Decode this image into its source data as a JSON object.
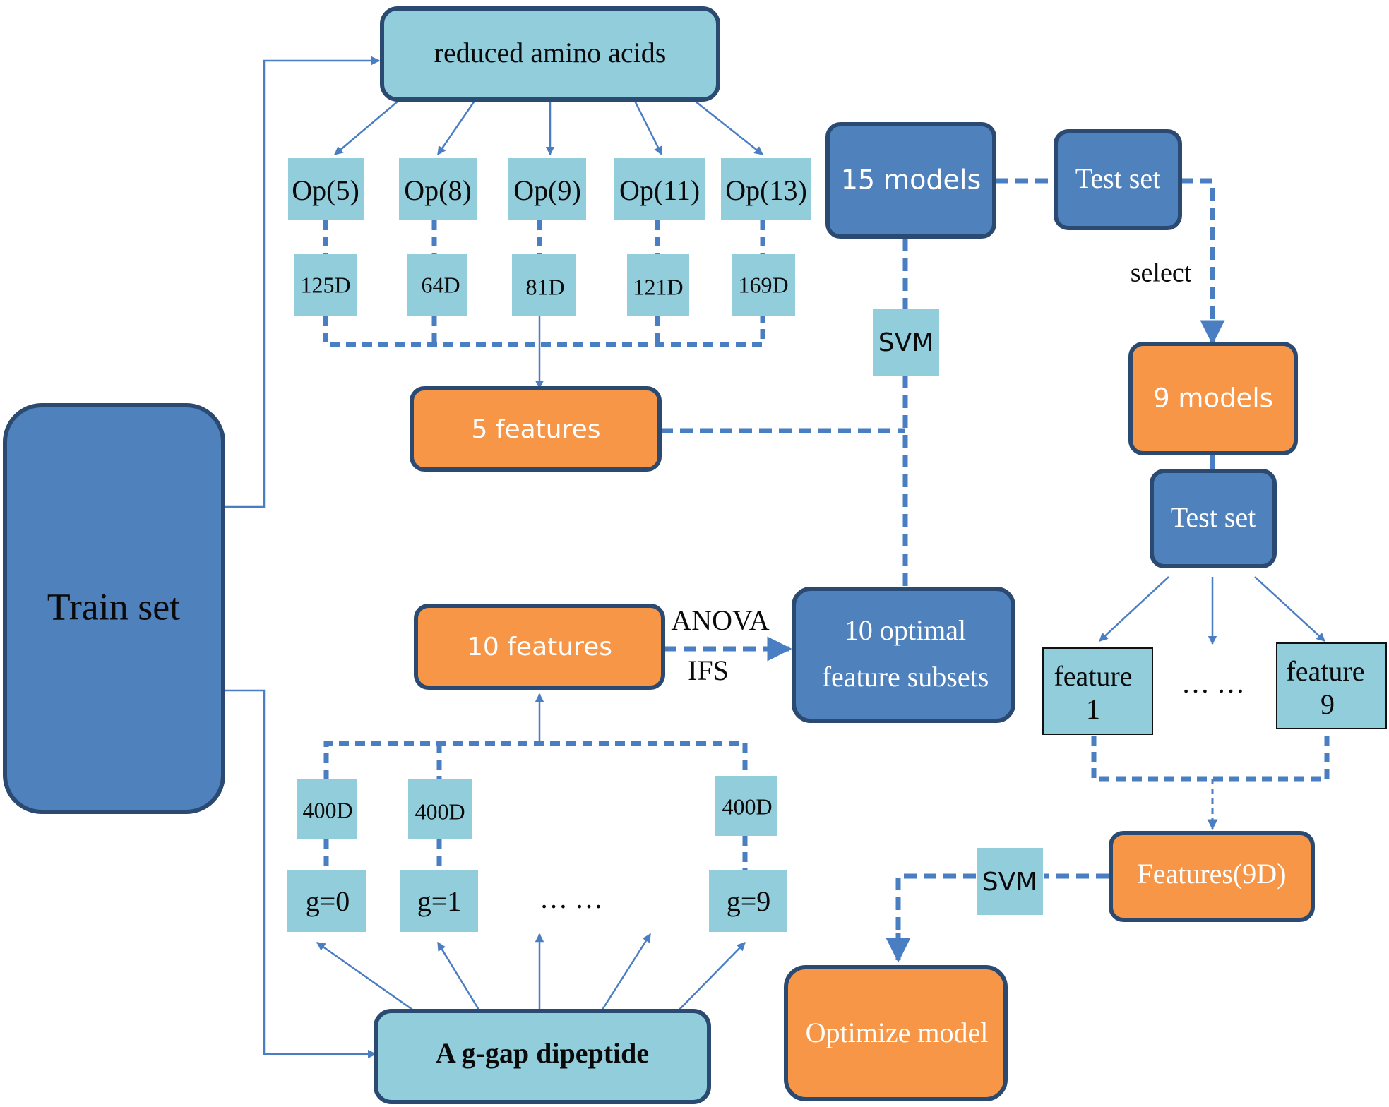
{
  "colors": {
    "dark_blue": "#4F81BD",
    "dark_blue_border": "#2A4A72",
    "light_blue": "#92CDDC",
    "orange": "#F79646",
    "line": "#4A7EC2"
  },
  "nodes": {
    "train_set": "Train set",
    "reduced_amino_acids": "reduced amino acids",
    "op5": "Op(5)",
    "op8": "Op(8)",
    "op9": "Op(9)",
    "op11": "Op(11)",
    "op13": "Op(13)",
    "d125": "125D",
    "d64": "64D",
    "d81": "81D",
    "d121": "121D",
    "d169": "169D",
    "five_features": "5 features",
    "fifteen_models": "15 models",
    "test_set_top": "Test set",
    "svm_mid": "SVM",
    "nine_models": "9 models",
    "test_set_right": "Test set",
    "feature_1_line1": "feature",
    "feature_1_line2": "1",
    "feature_dots": "… …",
    "feature_9_line1": "feature",
    "feature_9_line2": "9",
    "ten_features": "10 features",
    "optimal_line1": "10 optimal",
    "optimal_line2": "feature subsets",
    "features_9d": "Features(9D)",
    "svm_bottom": "SVM",
    "optimize_model": "Optimize model",
    "d400_0": "400D",
    "d400_1": "400D",
    "d400_9": "400D",
    "g0": "g=0",
    "g1": "g=1",
    "g_dots": "… …",
    "g9": "g=9",
    "g_gap": "A g-gap dipeptide"
  },
  "labels": {
    "select": "select",
    "anova": "ANOVA",
    "ifs": "IFS"
  }
}
